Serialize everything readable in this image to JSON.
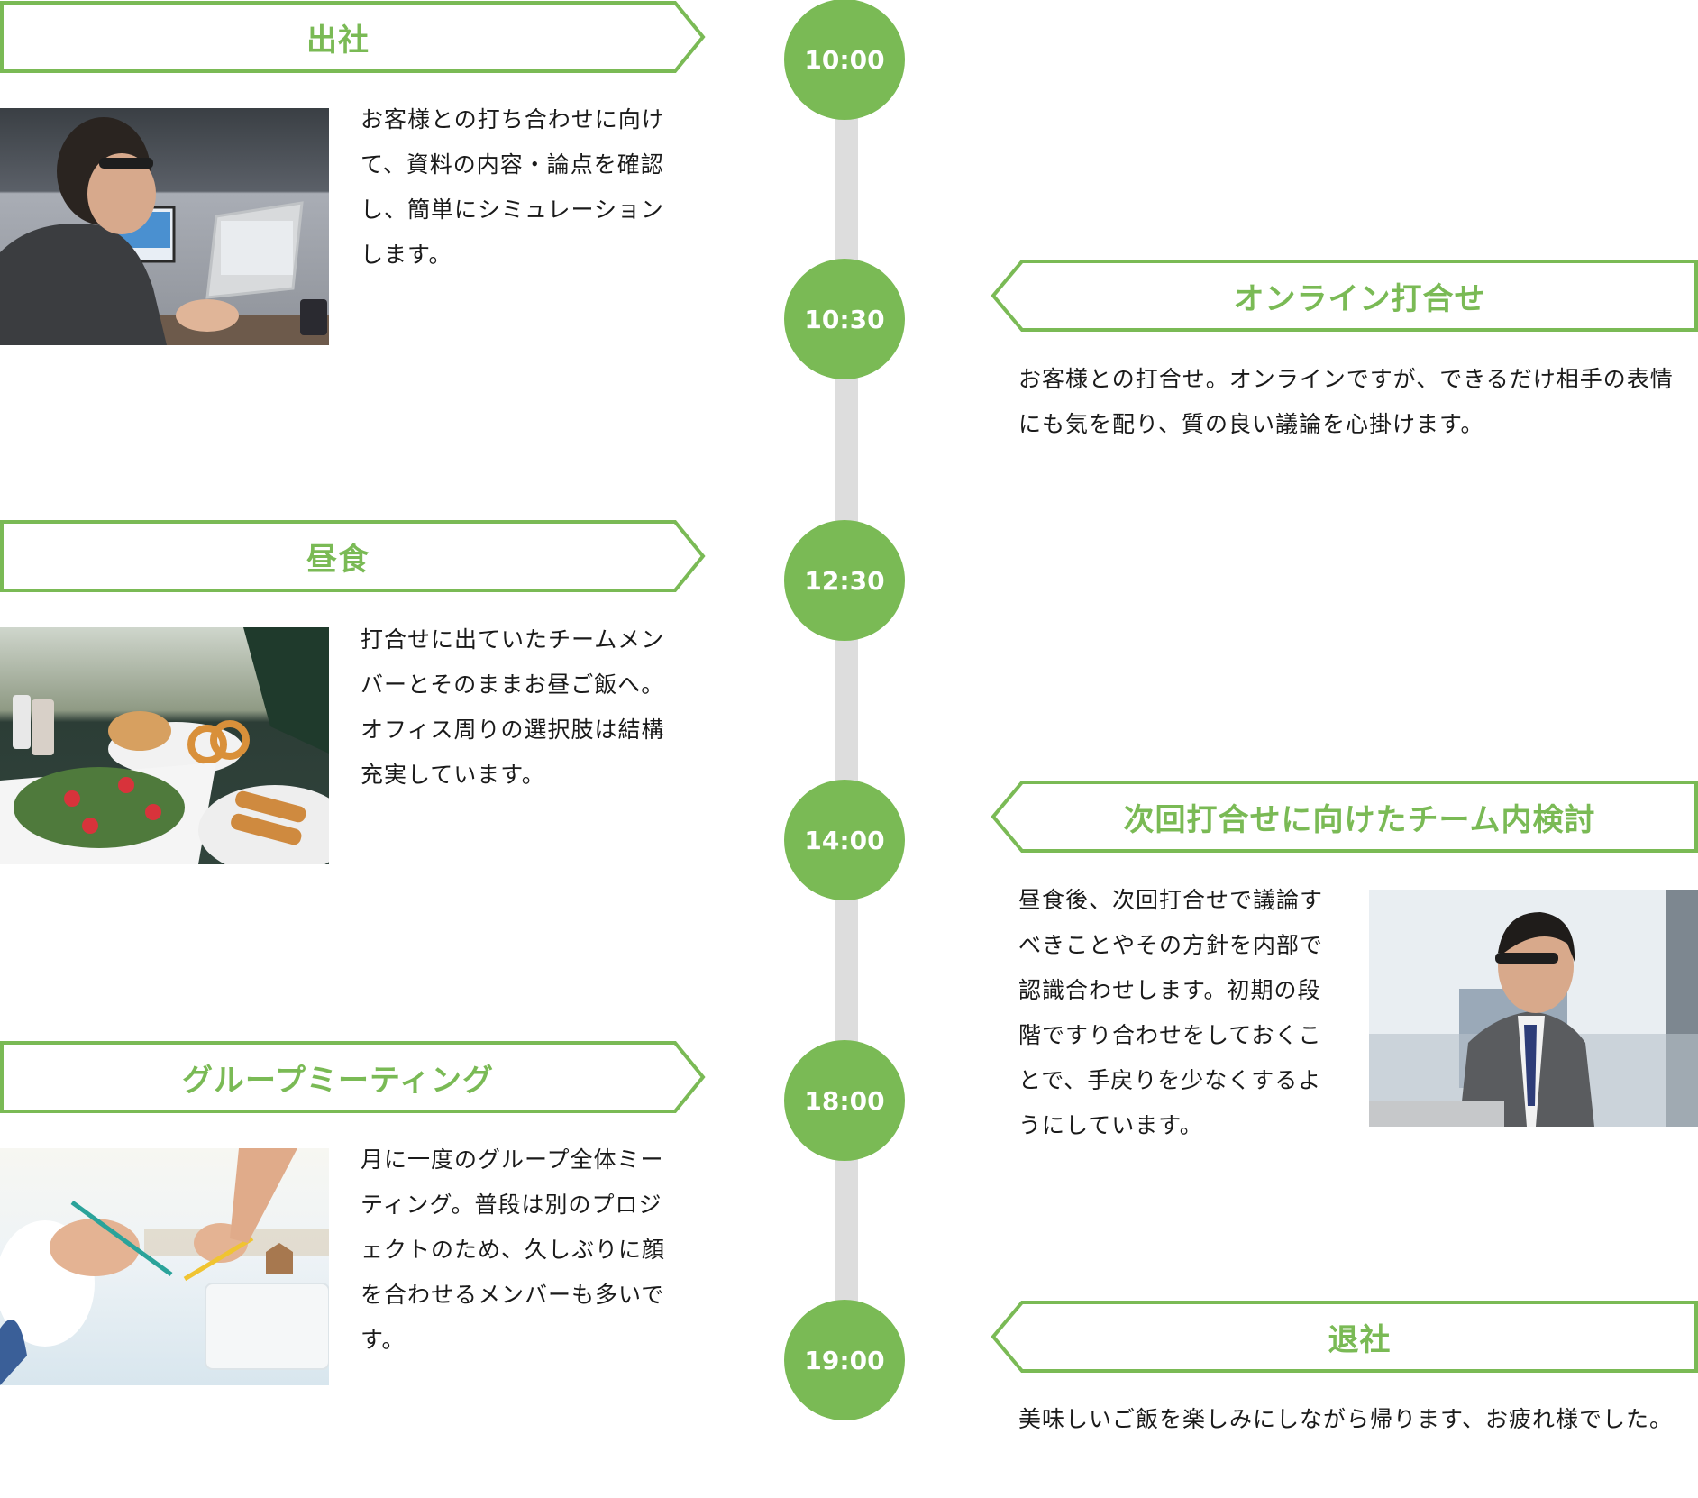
{
  "theme": {
    "accent": "#7aba55",
    "timeline_line": "#dddddd",
    "text": "#1a1a1a"
  },
  "schedule": [
    {
      "time": "10:00",
      "side": "left",
      "title": "出社",
      "description": "お客様との打ち合わせに向けて、資料の内容・論点を確認し、簡単にシミュレーションします。",
      "photo": "man-working-on-laptop-photo"
    },
    {
      "time": "10:30",
      "side": "right",
      "title": "オンライン打合せ",
      "description": "お客様との打合せ。オンラインですが、できるだけ相手の表情にも気を配り、質の良い議論を心掛けます。"
    },
    {
      "time": "12:30",
      "side": "left",
      "title": "昼食",
      "description": "打合せに出ていたチームメンバーとそのままお昼ご飯へ。オフィス周りの選択肢は結構充実しています。",
      "photo": "lunch-food-photo"
    },
    {
      "time": "14:00",
      "side": "right",
      "title": "次回打合せに向けたチーム内検討",
      "description": "昼食後、次回打合せで議論すべきことやその方針を内部で認識合わせします。初期の段階ですり合わせをしておくことで、手戻りを少なくするようにしています。",
      "photo": "man-in-meeting-photo"
    },
    {
      "time": "18:00",
      "side": "left",
      "title": "グループミーティング",
      "description": "月に一度のグループ全体ミーティング。普段は別のプロジェクトのため、久しぶりに顔を合わせるメンバーも多いです。",
      "photo": "meeting-desk-photo"
    },
    {
      "time": "19:00",
      "side": "right",
      "title": "退社",
      "description": "美味しいご飯を楽しみにしながら帰ります、お疲れ様でした。"
    }
  ]
}
